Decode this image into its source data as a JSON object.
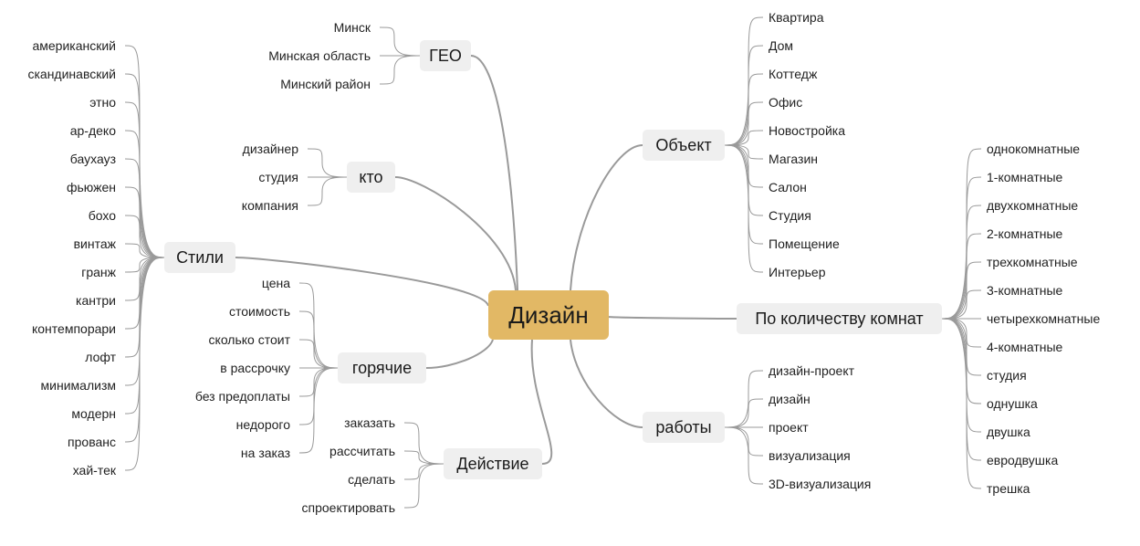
{
  "center": {
    "label": "Дизайн",
    "color": "#E2B865"
  },
  "line_color": "#9a9a9a",
  "node_color": "#EFEFEF",
  "branches": [
    {
      "id": "geo",
      "label": "ГЕО",
      "children": [
        "Минск",
        "Минская область",
        "Минский район"
      ]
    },
    {
      "id": "kto",
      "label": "кто",
      "children": [
        "дизайнер",
        "студия",
        "компания"
      ]
    },
    {
      "id": "stili",
      "label": "Стили",
      "children": [
        "американский",
        "скандинавский",
        "этно",
        "ар-деко",
        "баухауз",
        "фьюжен",
        "бохо",
        "винтаж",
        "гранж",
        "кантри",
        "контемпорари",
        "лофт",
        "минимализм",
        "модерн",
        "прованс",
        "хай-тек"
      ]
    },
    {
      "id": "goryachie",
      "label": "горячие",
      "children": [
        "цена",
        "стоимость",
        "сколько стоит",
        "в рассрочку",
        "без предоплаты",
        "недорого",
        "на заказ"
      ]
    },
    {
      "id": "deystvie",
      "label": "Действие",
      "children": [
        "заказать",
        "рассчитать",
        "сделать",
        "спроектировать"
      ]
    },
    {
      "id": "obekt",
      "label": "Объект",
      "children": [
        "Квартира",
        "Дом",
        "Коттедж",
        "Офис",
        "Новостройка",
        "Магазин",
        "Салон",
        "Студия",
        "Помещение",
        "Интерьер"
      ]
    },
    {
      "id": "komnaty",
      "label": "По количеству комнат",
      "children": [
        "однокомнатные",
        "1-комнатные",
        "двухкомнатные",
        "2-комнатные",
        "трехкомнатные",
        "3-комнатные",
        "четырехкомнатные",
        "4-комнатные",
        "студия",
        "однушка",
        "двушка",
        "евродвушка",
        "трешка"
      ]
    },
    {
      "id": "raboty",
      "label": "работы",
      "children": [
        "дизайн-проект",
        "дизайн",
        "проект",
        "визуализация",
        "3D-визуализация"
      ]
    }
  ]
}
